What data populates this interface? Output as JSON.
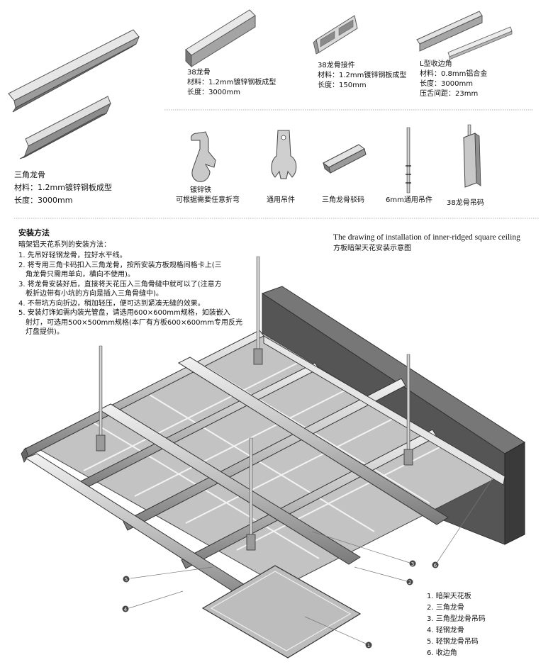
{
  "triangle_keel": {
    "name": "三角龙骨",
    "material": "材料：1.2mm镀锌钢板成型",
    "length": "长度：3000mm"
  },
  "keel_38": {
    "name": "38龙骨",
    "material": "材料：1.2mm镀锌钢板成型",
    "length": "长度：3000mm"
  },
  "keel_38_joint": {
    "name": "38龙骨接件",
    "material": "材料：1.2mm镀锌钢板成型",
    "length": "长度：150mm"
  },
  "l_corner": {
    "name": "L型收边角",
    "material": "材料：0.8mm铝合金",
    "length": "长度：3000mm",
    "spacing": "压舌间距：23mm"
  },
  "parts": {
    "galvanized_iron": "镀锌铁",
    "galvanized_iron_note": "可根据需要任意折弯",
    "universal_hanger": "通用吊件",
    "triangle_clip": "三角龙骨驳码",
    "hanger_6mm": "6mm通用吊件",
    "keel_38_hanger": "38龙骨吊码"
  },
  "method": {
    "title": "安装方法",
    "subtitle": "暗架铝天花系列的安装方法：",
    "steps": [
      "1. 先吊好轻钢龙骨，拉好水平线。",
      "2. 将专用三角卡码扣入三角龙骨，按所安装方板规格间格卡上(三",
      "角龙骨只需用单向，横向不使用)。",
      "3. 将龙骨安装好后，直接将天花压入三角骨缝中就可以了(注意方",
      "板折边带有小坑的方向是插入三角骨缝中)。",
      "4. 不带坑方向折边，稍加轻压，便可达到紧凑无缝的效果。",
      "5. 安装灯饰如需内装光管盘，请选用600×600mm规格，如装嵌入",
      "射灯，可选用500×500mm规格(本厂有方板600×600mm专用反光",
      "灯盘提供)。"
    ]
  },
  "drawing": {
    "title_en": "The drawing of installation of inner-ridged square ceiling",
    "title_cn": "方板暗架天花安装示意图"
  },
  "callouts": [
    "1",
    "2",
    "3",
    "4",
    "5",
    "6"
  ],
  "legend": [
    "1. 暗架天花板",
    "2. 三角龙骨",
    "3. 三角型龙骨吊码",
    "4. 轻钢龙骨",
    "5. 轻钢龙骨吊码",
    "6. 收边角"
  ]
}
